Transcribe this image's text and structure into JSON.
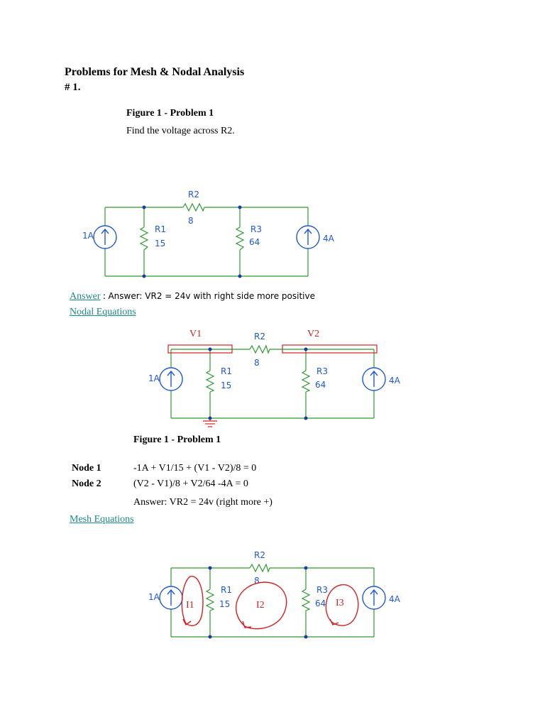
{
  "doc": {
    "title": "Problems for Mesh & Nodal Analysis",
    "problem_number": "# 1.",
    "figure_caption": "Figure 1 - Problem 1",
    "question": "Find the voltage across R2.",
    "answer_link": "Answer",
    "answer_colon": ":",
    "answer_text": "Answer: VR2 = 24v with right side more positive",
    "nodal_link": "Nodal Equations",
    "figure_caption_2": "Figure 1 - Problem 1",
    "equations": [
      {
        "label": "Node 1",
        "eq": "-1A + V1/15 + (V1 - V2)/8 = 0"
      },
      {
        "label": "Node 2",
        "eq": "(V2 - V1)/8 + V2/64 -4A = 0"
      }
    ],
    "answer_2": "Answer: VR2 = 24v (right more +)",
    "mesh_link": "Mesh Equations"
  },
  "circuit": {
    "source_left": "1A",
    "source_right": "4A",
    "r1_name": "R1",
    "r1_value": "15",
    "r2_name": "R2",
    "r2_value": "8",
    "r3_name": "R3",
    "r3_value": "64",
    "node_labels": [
      "V1",
      "V2"
    ],
    "mesh_labels": [
      "I1",
      "I2",
      "I3"
    ],
    "colors": {
      "wire": "#2e9a2e",
      "label": "#1e57d6",
      "node": "#1a3aa8",
      "annotation": "#d42020"
    }
  }
}
